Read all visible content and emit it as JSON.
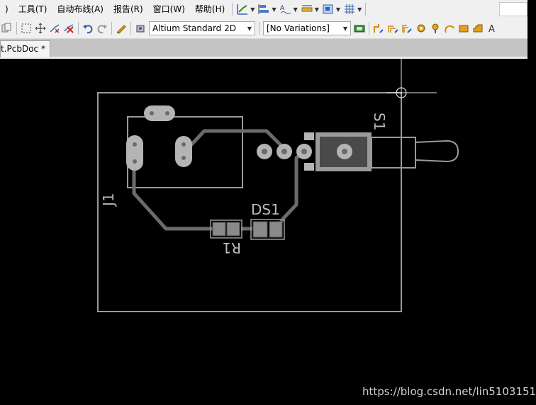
{
  "menubar": {
    "items": [
      {
        "label": ")"
      },
      {
        "label": "工具(T)"
      },
      {
        "label": "自动布线(A)"
      },
      {
        "label": "报告(R)"
      },
      {
        "label": "窗口(W)"
      },
      {
        "label": "帮助(H)"
      }
    ]
  },
  "toolbar": {
    "view_mode": "Altium Standard 2D",
    "variations": "[No Variations]"
  },
  "document_tab": {
    "label": "t.PcbDoc *"
  },
  "pcb": {
    "designators": {
      "j1": "J1",
      "s1": "S1",
      "ds1": "DS1",
      "r1": "R1"
    }
  },
  "watermark": "https://blog.csdn.net/lin5103151",
  "colors": {
    "canvas_bg": "#000000",
    "track": "#6b6b6b",
    "pad": "#b4b4b4",
    "outline": "#9a9a9a",
    "silkscreen": "#bcbcbc"
  }
}
